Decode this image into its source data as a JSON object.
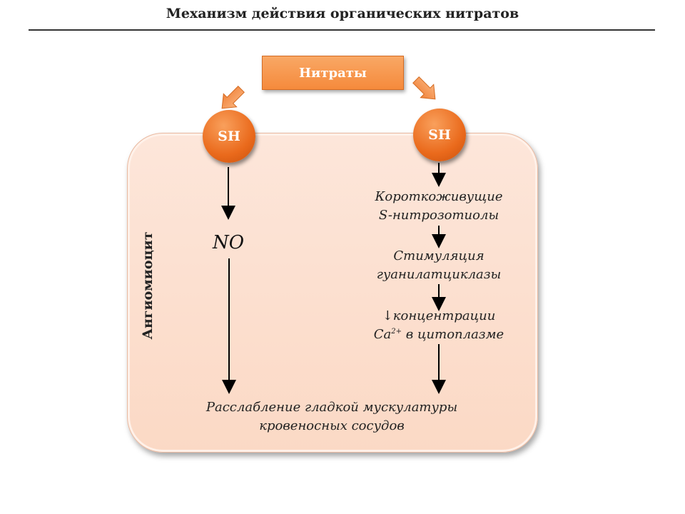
{
  "title": "Механизм действия органических нитратов",
  "nitrates_label": "Нитраты",
  "sh_left_label": "SH",
  "sh_right_label": "SH",
  "side_label": "Ангиомиоцит",
  "no_label": "NO",
  "right_flow": {
    "step1_line1": "Короткоживущие",
    "step1_line2": "S-нитрозотиолы",
    "step2_line1": "Стимуляция",
    "step2_line2": "гуанилатциклазы",
    "step3_line1": "↓концентрации",
    "step3_ca": "Ca",
    "step3_sup": "2+",
    "step3_rest": " в цитоплазме"
  },
  "result_line1": "Расслабление гладкой мускулатуры",
  "result_line2": "кровеносных сосудов",
  "colors": {
    "orange": "#f58a3c",
    "cell_fill": "#fbd9c5",
    "arrow": "#000000"
  }
}
